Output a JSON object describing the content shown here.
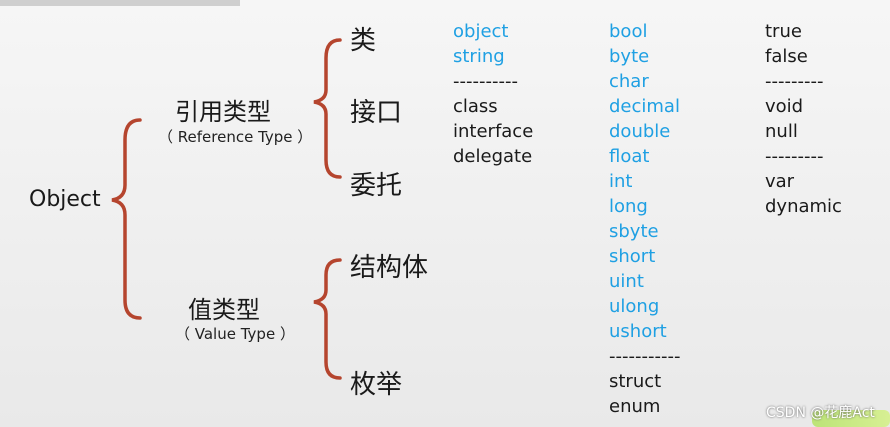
{
  "tree": {
    "root": "Object",
    "reference": {
      "title": "引用类型",
      "subtitle": "（ Reference Type ）"
    },
    "value": {
      "title": "值类型",
      "subtitle": "（ Value Type ）"
    },
    "leaves": [
      "类",
      "接口",
      "委托",
      "结构体",
      "枚举"
    ]
  },
  "col1": {
    "blue": [
      "object",
      "string"
    ],
    "sep": "----------",
    "black": [
      "class",
      "interface",
      "delegate"
    ]
  },
  "col2": {
    "blue": [
      "bool",
      "byte",
      "char",
      "decimal",
      "double",
      "float",
      "int",
      "long",
      "sbyte",
      "short",
      "uint",
      "ulong",
      "ushort"
    ],
    "sep": "-----------",
    "black": [
      "struct",
      "enum"
    ]
  },
  "col3": {
    "group1": [
      "true",
      "false"
    ],
    "sep1": "---------",
    "group2": [
      "void",
      "null"
    ],
    "sep2": "---------",
    "group3": [
      "var",
      "dynamic"
    ]
  },
  "watermark": "CSDN @花鹿Act",
  "colors": {
    "brace": "#b5452e",
    "blue": "#1fa0e3"
  }
}
